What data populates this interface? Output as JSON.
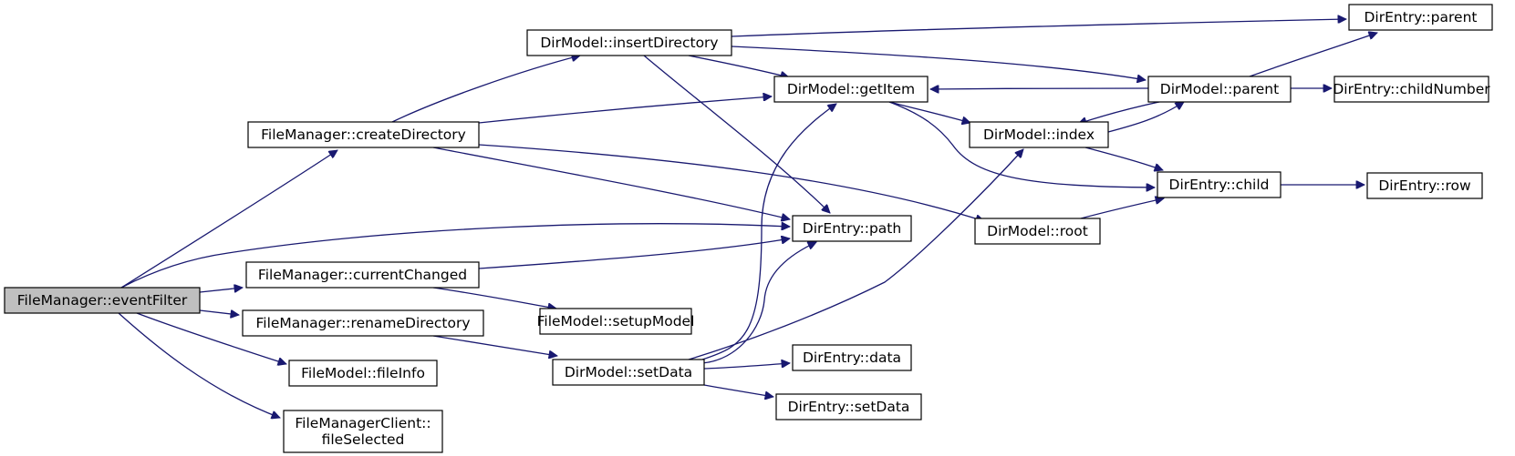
{
  "colors": {
    "edge": "#191970",
    "node_fill": "#ffffff",
    "node_border": "#000000",
    "root_fill": "#bfbfbf"
  },
  "nodes": {
    "eventFilter": {
      "label": [
        "FileManager::eventFilter"
      ],
      "root": true
    },
    "createDirectory": {
      "label": [
        "FileManager::createDirectory"
      ]
    },
    "currentChanged": {
      "label": [
        "FileManager::currentChanged"
      ]
    },
    "renameDirectory": {
      "label": [
        "FileManager::renameDirectory"
      ]
    },
    "fileInfo": {
      "label": [
        "FileModel::fileInfo"
      ]
    },
    "fileSelected": {
      "label": [
        "FileManagerClient::",
        "fileSelected"
      ]
    },
    "insertDirectory": {
      "label": [
        "DirModel::insertDirectory"
      ]
    },
    "getItem": {
      "label": [
        "DirModel::getItem"
      ]
    },
    "path": {
      "label": [
        "DirEntry::path"
      ]
    },
    "setupModel": {
      "label": [
        "FileModel::setupModel"
      ]
    },
    "setData": {
      "label": [
        "DirModel::setData"
      ]
    },
    "entryData": {
      "label": [
        "DirEntry::data"
      ]
    },
    "entrySetData": {
      "label": [
        "DirEntry::setData"
      ]
    },
    "index": {
      "label": [
        "DirModel::index"
      ]
    },
    "root": {
      "label": [
        "DirModel::root"
      ]
    },
    "parentEntry": {
      "label": [
        "DirEntry::parent"
      ]
    },
    "parentModel": {
      "label": [
        "DirModel::parent"
      ]
    },
    "childNumber": {
      "label": [
        "DirEntry::childNumber"
      ]
    },
    "child": {
      "label": [
        "DirEntry::child"
      ]
    },
    "row": {
      "label": [
        "DirEntry::row"
      ]
    }
  },
  "edges": [
    {
      "from": "eventFilter",
      "to": "createDirectory"
    },
    {
      "from": "eventFilter",
      "to": "path"
    },
    {
      "from": "eventFilter",
      "to": "currentChanged"
    },
    {
      "from": "eventFilter",
      "to": "renameDirectory"
    },
    {
      "from": "eventFilter",
      "to": "fileInfo"
    },
    {
      "from": "eventFilter",
      "to": "fileSelected"
    },
    {
      "from": "createDirectory",
      "to": "insertDirectory"
    },
    {
      "from": "createDirectory",
      "to": "getItem"
    },
    {
      "from": "createDirectory",
      "to": "path"
    },
    {
      "from": "createDirectory",
      "to": "root"
    },
    {
      "from": "currentChanged",
      "to": "path"
    },
    {
      "from": "currentChanged",
      "to": "setupModel"
    },
    {
      "from": "renameDirectory",
      "to": "setData"
    },
    {
      "from": "insertDirectory",
      "to": "getItem"
    },
    {
      "from": "insertDirectory",
      "to": "path"
    },
    {
      "from": "insertDirectory",
      "to": "parentEntry"
    },
    {
      "from": "insertDirectory",
      "to": "parentModel"
    },
    {
      "from": "setData",
      "to": "getItem"
    },
    {
      "from": "setData",
      "to": "path"
    },
    {
      "from": "setData",
      "to": "entryData"
    },
    {
      "from": "setData",
      "to": "entrySetData"
    },
    {
      "from": "setData",
      "to": "index"
    },
    {
      "from": "getItem",
      "to": "index"
    },
    {
      "from": "getItem",
      "to": "child"
    },
    {
      "from": "index",
      "to": "parentModel"
    },
    {
      "from": "index",
      "to": "child"
    },
    {
      "from": "parentModel",
      "to": "getItem"
    },
    {
      "from": "parentModel",
      "to": "index"
    },
    {
      "from": "parentModel",
      "to": "parentEntry"
    },
    {
      "from": "parentModel",
      "to": "childNumber"
    },
    {
      "from": "root",
      "to": "child"
    },
    {
      "from": "child",
      "to": "row"
    }
  ]
}
